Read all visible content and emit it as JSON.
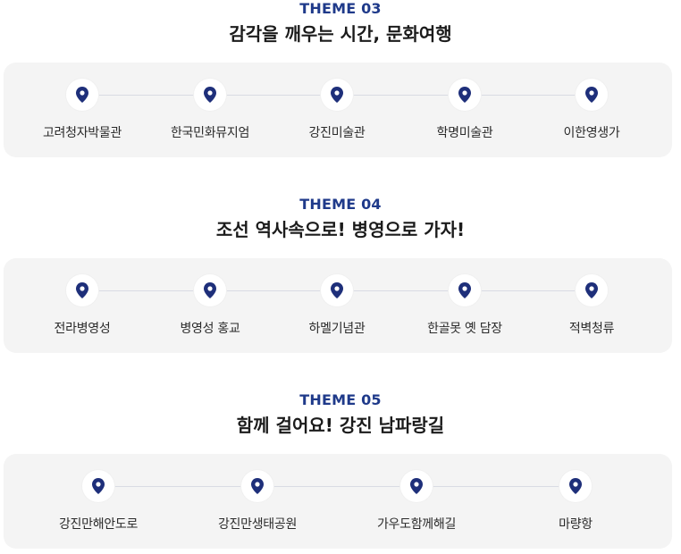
{
  "themes": [
    {
      "label": "THEME 03",
      "title": "감각을 깨우는 시간, 문화여행",
      "stops": [
        "고려청자박물관",
        "한국민화뮤지엄",
        "강진미술관",
        "학명미술관",
        "이한영생가"
      ]
    },
    {
      "label": "THEME 04",
      "title": "조선 역사속으로! 병영으로 가자!",
      "stops": [
        "전라병영성",
        "병영성 홍교",
        "하멜기념관",
        "한골못 옛 담장",
        "적벽청류"
      ]
    },
    {
      "label": "THEME 05",
      "title": "함께 걸어요! 강진 남파랑길",
      "stops": [
        "강진만해안도로",
        "강진만생태공원",
        "가우도함께해길",
        "마량항"
      ]
    }
  ],
  "icons": {
    "stop_marker": "map-pin-icon"
  },
  "colors": {
    "accent": "#1f3a8a",
    "pin": "#1e2f7a",
    "card_bg": "#f4f4f4",
    "track": "#d9dbe3"
  }
}
